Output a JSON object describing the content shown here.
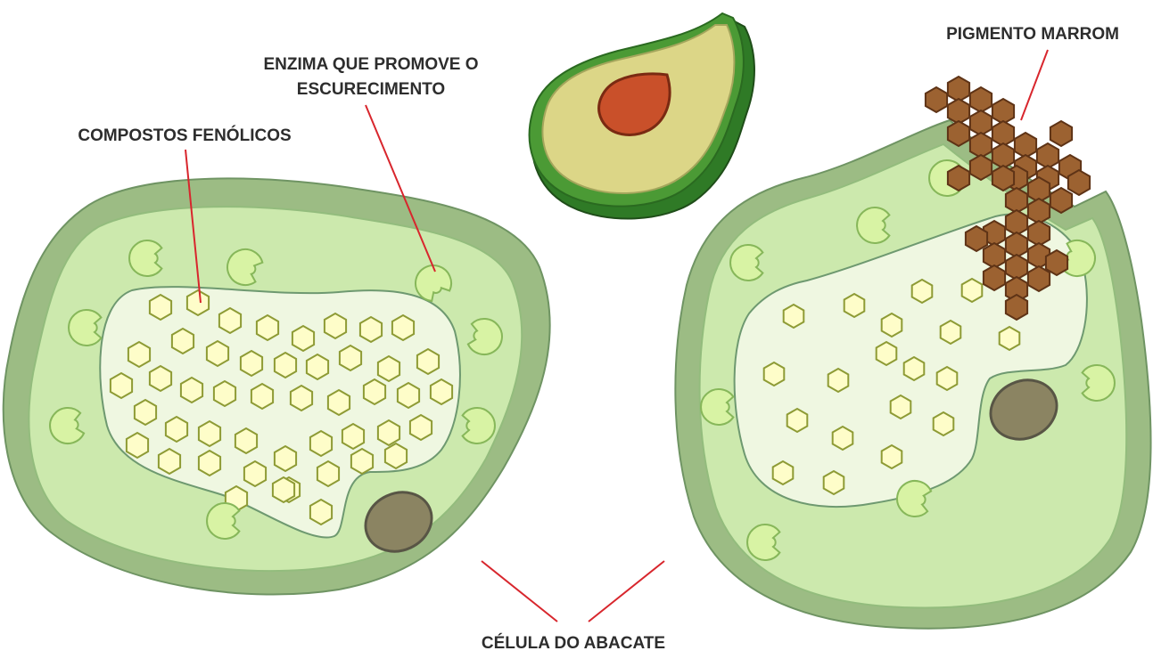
{
  "labels": {
    "phenolics": "COMPOSTOS FENÓLICOS",
    "enzyme_line1": "ENZIMA QUE PROMOVE O",
    "enzyme_line2": "ESCURECIMENTO",
    "pigment": "PIGMENTO MARROM",
    "cell": "CÉLULA DO ABACATE"
  },
  "colors": {
    "leader": "#d8262d",
    "cell_wall": "#9cbc84",
    "cytoplasm": "#cce9ad",
    "vacuole": "#eff7e1",
    "nucleus": "#8b8462",
    "phenolic_fill": "#fefdc9",
    "enzyme_fill": "#d8f3a4",
    "pigment_fill": "#9c6231",
    "avocado_skin": "#2f7a26",
    "avocado_flesh": "#dcd687",
    "avocado_seed": "#c9502a"
  },
  "icons": [
    "avocado-half-icon",
    "enzyme-icon",
    "phenolic-compound-icon",
    "brown-pigment-icon"
  ]
}
